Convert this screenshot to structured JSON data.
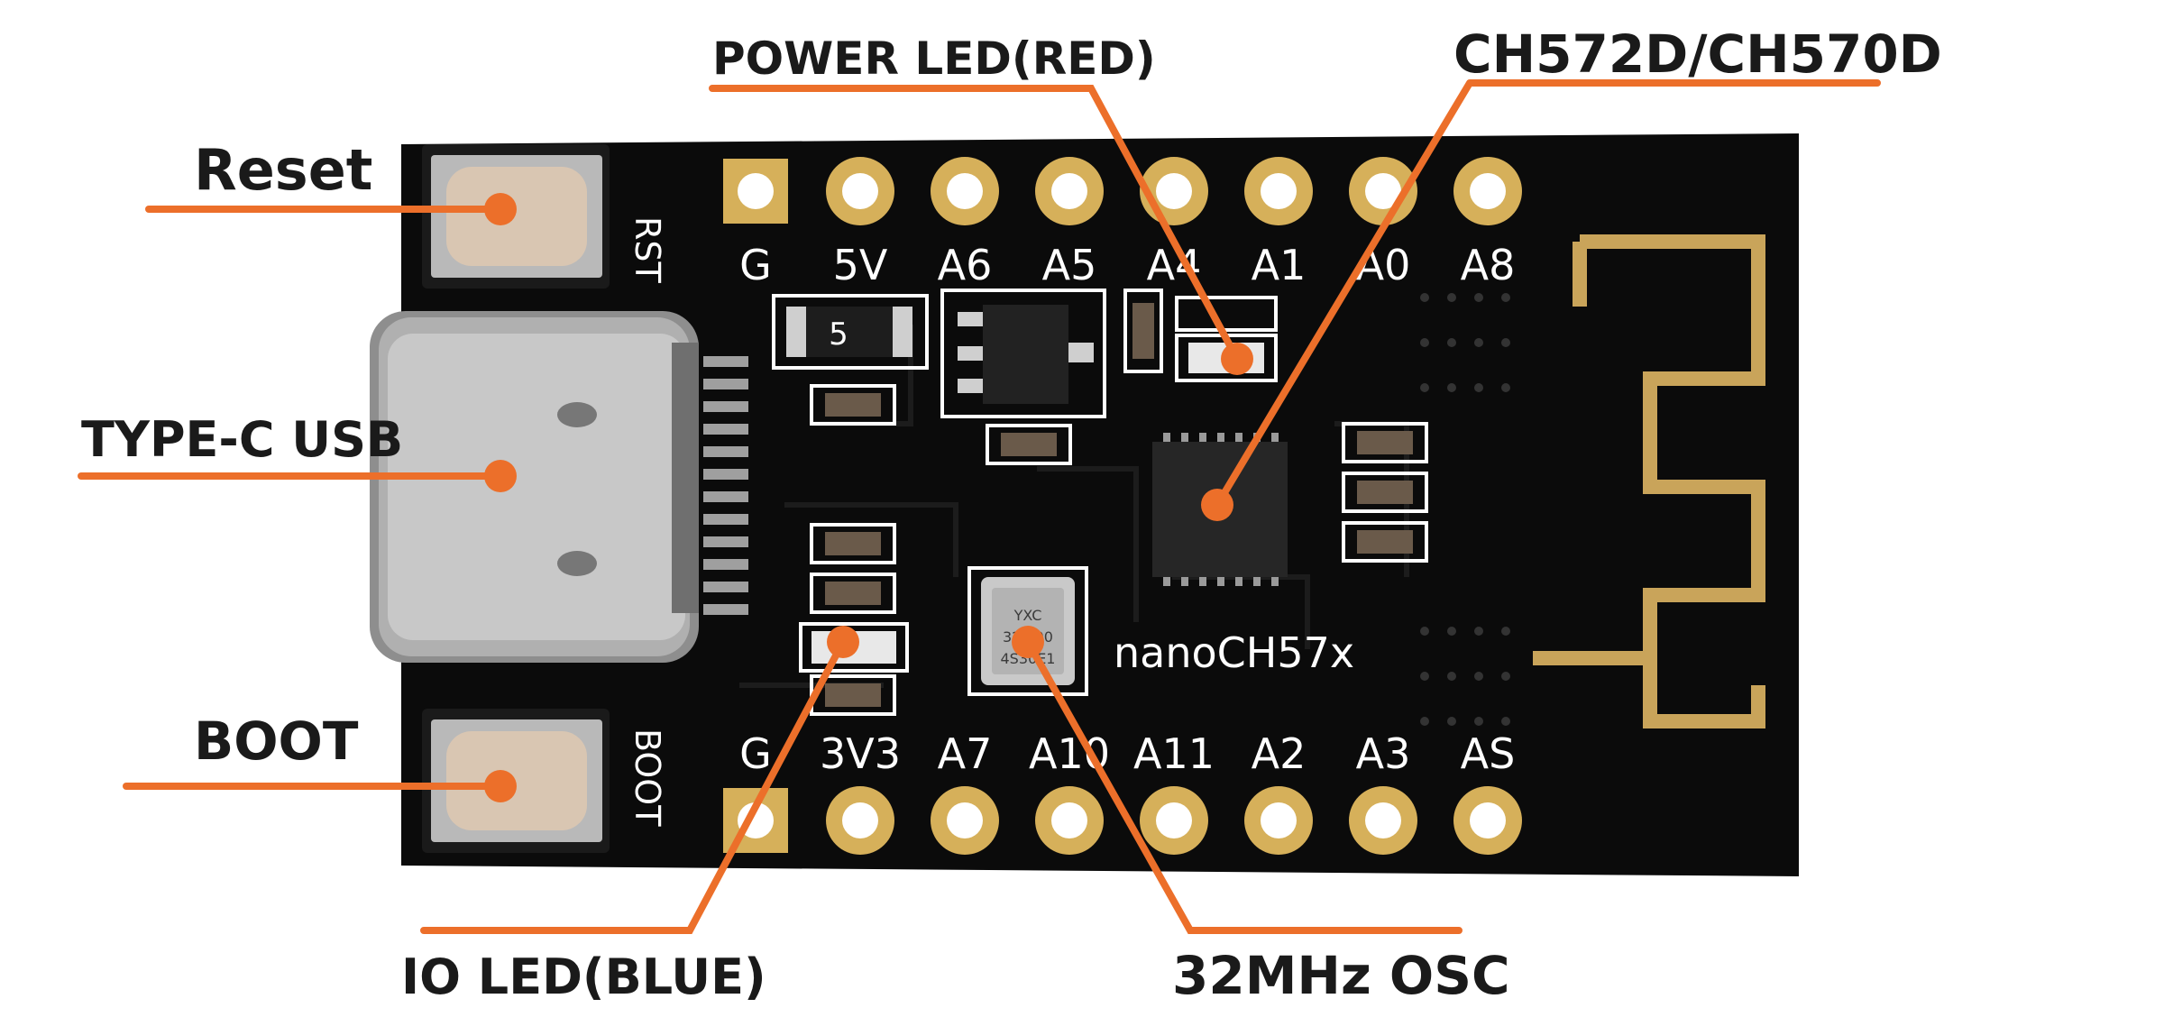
{
  "colors": {
    "accent": "#ec6f2a",
    "pcb": "#0b0b0b",
    "pad_gold": "#d6b05a",
    "silk": "#ffffff",
    "usb_metal": "#9d9d9d",
    "button_body": "#b9b9b9",
    "button_cap": "#d9c6b2",
    "chip": "#2a2a2a",
    "crystal": "#c9c9c9"
  },
  "callouts": {
    "reset": "Reset",
    "type_c_usb": "TYPE-C USB",
    "boot": "BOOT",
    "io_led": "IO LED(BLUE)",
    "power_led": "POWER LED(RED)",
    "mcu": "CH572D/CH570D",
    "osc": "32MHz OSC"
  },
  "board": {
    "name": "nanoCH57x",
    "button_labels": {
      "rst": "RST",
      "boot": "BOOT"
    },
    "regulator_mark": "5",
    "top_pins": [
      "G",
      "5V",
      "A6",
      "A5",
      "A4",
      "A1",
      "A0",
      "A8"
    ],
    "bottom_pins": [
      "G",
      "3V3",
      "A7",
      "A10",
      "A11",
      "A2",
      "A3",
      "AS"
    ],
    "crystal_text": [
      "YXC",
      "32.000",
      "4S30E1"
    ]
  }
}
